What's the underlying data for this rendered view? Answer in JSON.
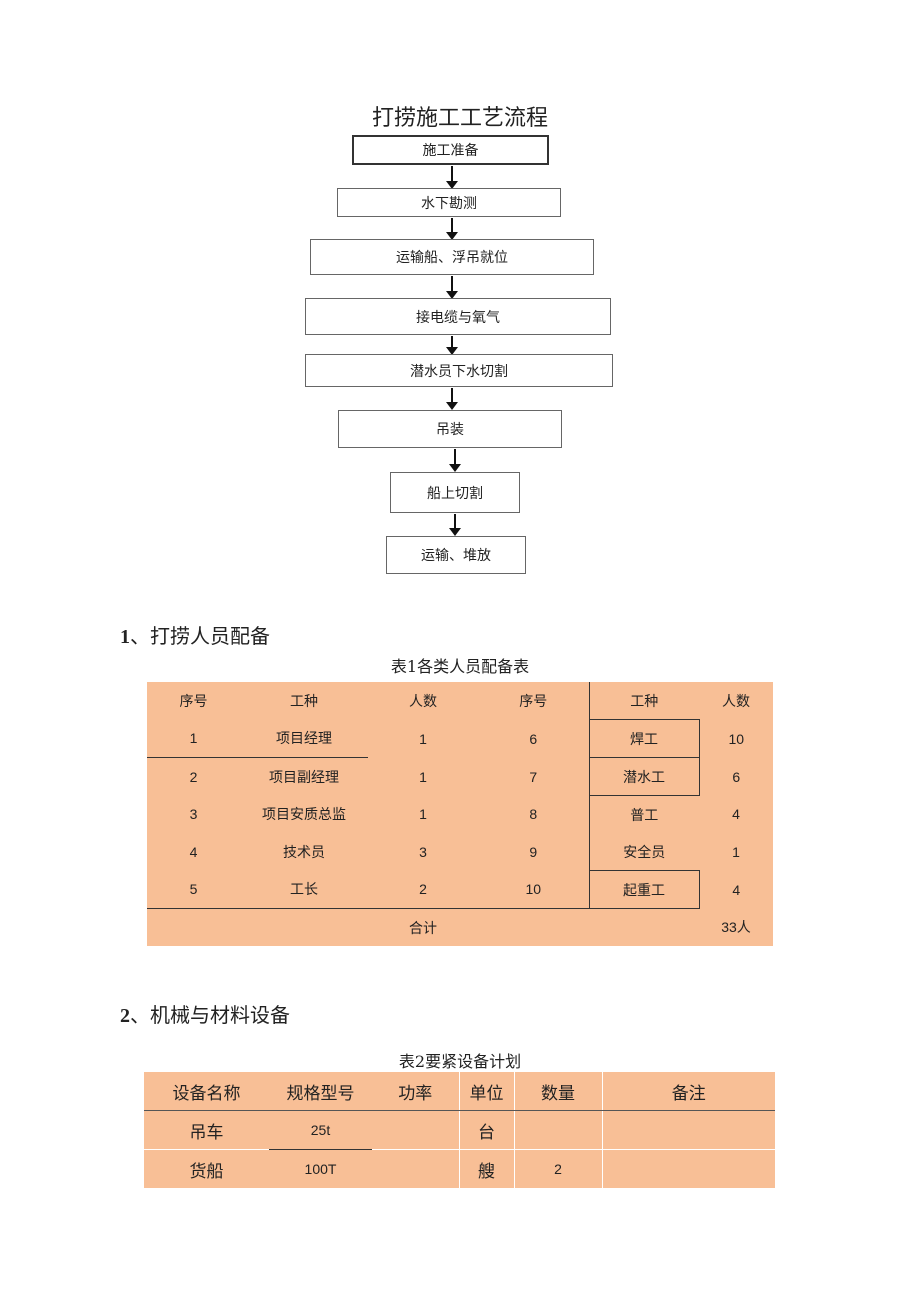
{
  "flowchart": {
    "title": "打捞施工工艺流程",
    "steps": [
      "施工准备",
      "水下勘测",
      "运输船、浮吊就位",
      "接电缆与氧气",
      "潜水员下水切割",
      "吊装",
      "船上切割",
      "运输、堆放"
    ]
  },
  "section1": {
    "num": "1",
    "sep": "、",
    "title": "打捞人员配备"
  },
  "table1": {
    "caption": "表1各类人员配备表",
    "headers": [
      "序号",
      "工种",
      "人数",
      "序号",
      "工种",
      "人数"
    ],
    "rows": [
      [
        "1",
        "项目经理",
        "1",
        "6",
        "焊工",
        "10"
      ],
      [
        "2",
        "项目副经理",
        "1",
        "7",
        "潜水工",
        "6"
      ],
      [
        "3",
        "项目安质总监",
        "1",
        "8",
        "普工",
        "4"
      ],
      [
        "4",
        "技术员",
        "3",
        "9",
        "安全员",
        "1"
      ],
      [
        "5",
        "工长",
        "2",
        "10",
        "起重工",
        "4"
      ]
    ],
    "total_label": "合计",
    "total_value": "33人"
  },
  "section2": {
    "num": "2",
    "sep": "、",
    "title": "机械与材料设备"
  },
  "table2": {
    "caption": "表2要紧设备计划",
    "headers": [
      "设备名称",
      "规格型号",
      "功率",
      "单位",
      "数量",
      "备注"
    ],
    "rows": [
      [
        "吊车",
        "25t",
        "",
        "台",
        "",
        ""
      ],
      [
        "货船",
        "100T",
        "",
        "艘",
        "2",
        ""
      ]
    ]
  }
}
